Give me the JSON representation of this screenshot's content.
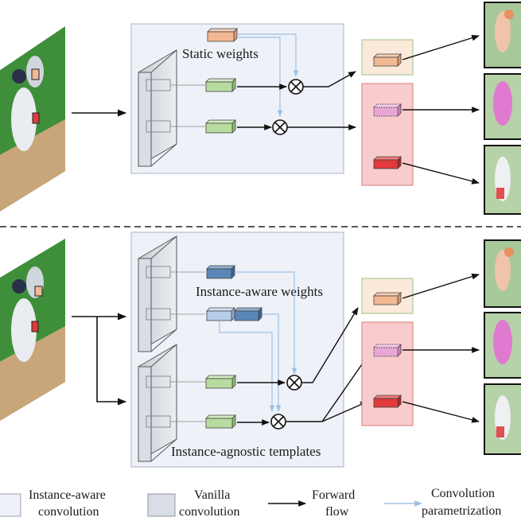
{
  "diagram": {
    "top_panel": {
      "weights_label": "Static weights"
    },
    "bottom_panel": {
      "weights_label": "Instance-aware weights",
      "templates_label": "Instance-agnostic templates"
    },
    "legend": {
      "instance_aware_conv_line1": "Instance-aware",
      "instance_aware_conv_line2": "convolution",
      "vanilla_conv_line1": "Vanilla",
      "vanilla_conv_line2": "convolution",
      "forward_flow_line1": "Forward",
      "forward_flow_line2": "flow",
      "conv_param_line1": "Convolution",
      "conv_param_line2": "parametrization"
    },
    "colors": {
      "panel_fill": "#eef1f8",
      "panel_stroke": "#b7bfcc",
      "vanilla_box": "#d9dde6",
      "green_block": "#b8dca0",
      "blue_block": "#5b87b8",
      "light_blue_block": "#b5cde8",
      "orange_block": "#f2b894",
      "pink_block": "#e8a6d6",
      "red_block": "#e03a3a",
      "peach_panel": "#fbe9da",
      "red_panel": "#f8cccc",
      "param_arrow": "#9ec1e3",
      "grass": "#3f8f3a",
      "dirt": "#c9a57a"
    }
  }
}
